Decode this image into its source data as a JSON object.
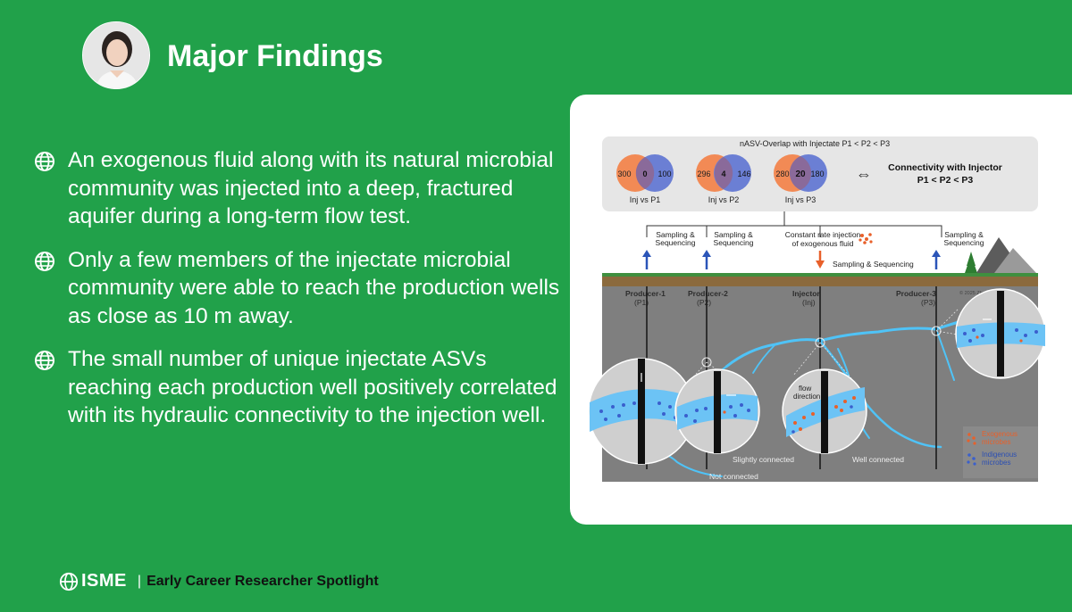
{
  "slide": {
    "title": "Major Findings",
    "bullets": [
      "An exogenous fluid along with its natural microbial community was injected into a deep, fractured aquifer during a long-term flow test.",
      "Only a few members of the injectate microbial community were able to reach the production wells as close as 10 m away.",
      "The small number of unique injectate ASVs reaching each production well positively correlated with its hydraulic connectivity to the injection well."
    ]
  },
  "figure": {
    "overlap_title": "nASV-Overlap with Injectate P1 < P2 < P3",
    "venns": [
      {
        "left": "300",
        "center": "0",
        "right": "100",
        "label": "Inj vs P1"
      },
      {
        "left": "296",
        "center": "4",
        "right": "146",
        "label": "Inj vs P2"
      },
      {
        "left": "280",
        "center": "20",
        "right": "180",
        "label": "Inj vs P3"
      }
    ],
    "arrow_symbol": "⇔",
    "connectivity_line1": "Connectivity with Injector",
    "connectivity_line2": "P1 < P2 < P3",
    "sampling_line1": "Sampling &",
    "sampling_line2": "Sequencing",
    "injection_line1": "Constant rate injection",
    "injection_line2": "of exogenous fluid",
    "injector_sampling": "Sampling & Sequencing",
    "wells": [
      {
        "name": "Producer-1",
        "code": "(P1)"
      },
      {
        "name": "Producer-2",
        "code": "(P2)"
      },
      {
        "name": "Injector",
        "code": "(Inj)"
      },
      {
        "name": "Producer-3",
        "code": "(P3)"
      }
    ],
    "copyright": "© 2025 Zhong, Yuran et al.",
    "flow_line1": "flow",
    "flow_line2": "direction",
    "slightly_connected": "Slightly connected",
    "well_connected": "Well connected",
    "not_connected": "Not connected",
    "legend_exo_1": "Exogenous",
    "legend_exo_2": "microbes",
    "legend_indi_1": "Indigenous",
    "legend_indi_2": "microbes",
    "colors": {
      "background": "#21a14a",
      "injectate": "#f28a55",
      "producer": "#6b7fd4",
      "rock": "#7f7f7f",
      "soil": "#8b6a3d",
      "fracture": "#4fc3f7",
      "exogenous": "#e8602a",
      "indigenous": "#3a5fcd"
    }
  },
  "footer": {
    "logo": "ISME",
    "separator": "|",
    "tagline": "Early Career Researcher Spotlight"
  }
}
